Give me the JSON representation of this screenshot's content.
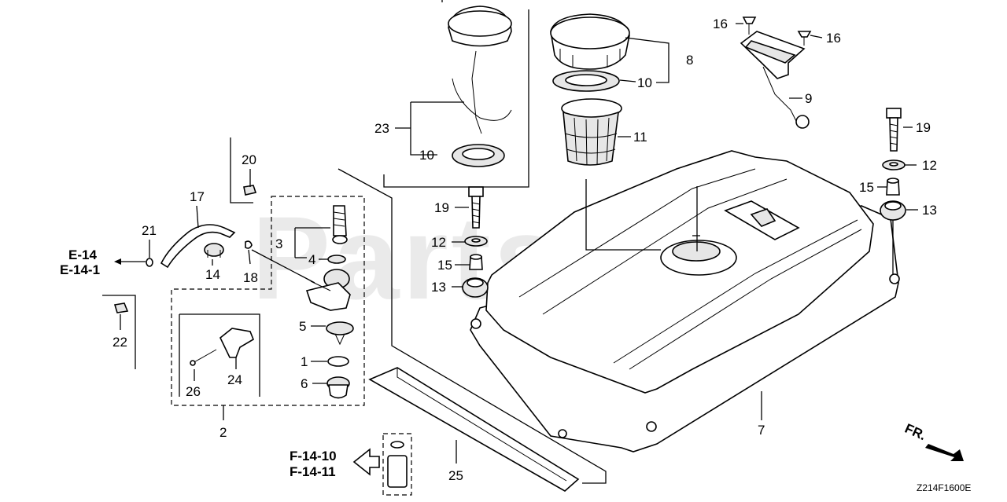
{
  "watermark": "PartsTree",
  "drawing_code": "Z214F1600E",
  "front_indicator": "FR.",
  "references": {
    "e14": "E-14",
    "e14_1": "E-14-1",
    "f14_10": "F-14-10",
    "f14_11": "F-14-11"
  },
  "callouts": {
    "p1": "1",
    "p2": "2",
    "p3": "3",
    "p4": "4",
    "p5": "5",
    "p6": "6",
    "p7": "7",
    "p8": "8",
    "p9": "9",
    "p10a": "10",
    "p10b": "10",
    "p11": "11",
    "p12a": "12",
    "p12b": "12",
    "p13a": "13",
    "p13b": "13",
    "p14": "14",
    "p15a": "15",
    "p15b": "15",
    "p16a": "16",
    "p16b": "16",
    "p17": "17",
    "p18": "18",
    "p19a": "19",
    "p19b": "19",
    "p20": "20",
    "p21": "21",
    "p22": "22",
    "p23": "23",
    "p24": "24",
    "p25": "25",
    "p26": "26"
  }
}
